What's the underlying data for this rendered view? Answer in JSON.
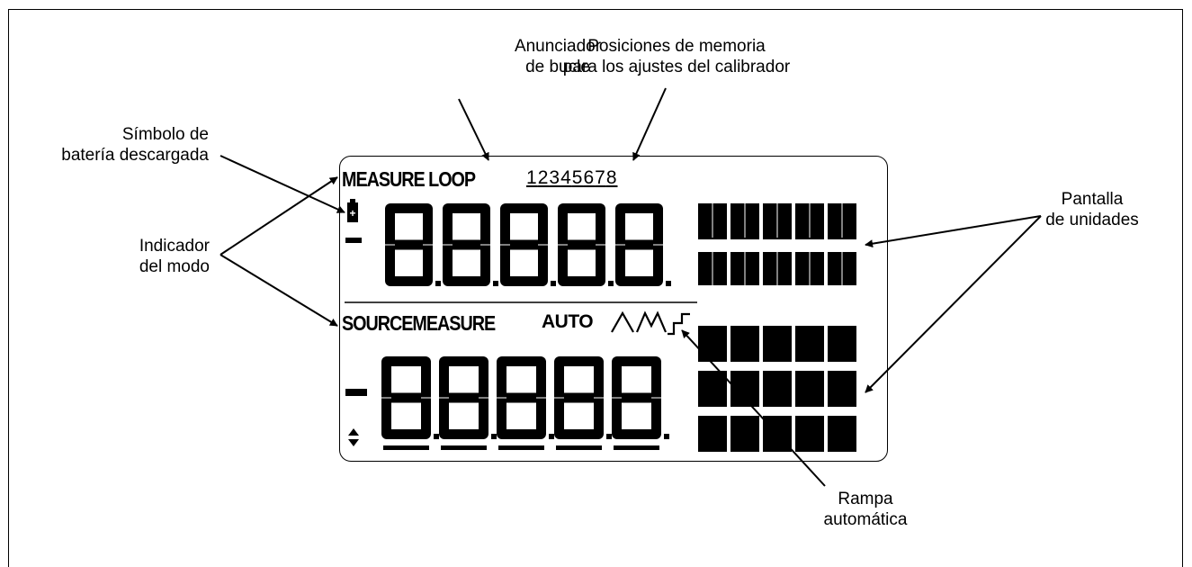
{
  "callouts": {
    "loop_annunciator": "Anunciador\nde bucle",
    "memory_positions": "Posiciones de memoria\npara los ajustes del calibrador",
    "low_battery": "Símbolo de\nbatería descargada",
    "mode_indicator": "Indicador\ndel modo",
    "units_display": "Pantalla\nde unidades",
    "auto_ramp": "Rampa\nautomática"
  },
  "lcd": {
    "top_mode_label": "MEASURE LOOP",
    "memory_digits": [
      "1",
      "2",
      "3",
      "4",
      "5",
      "6",
      "7",
      "8"
    ],
    "bottom_mode_label": "SOURCEMEASURE",
    "auto_label": "AUTO",
    "top_sign": "-",
    "bottom_sign": "-",
    "digit_placeholder": "8"
  }
}
